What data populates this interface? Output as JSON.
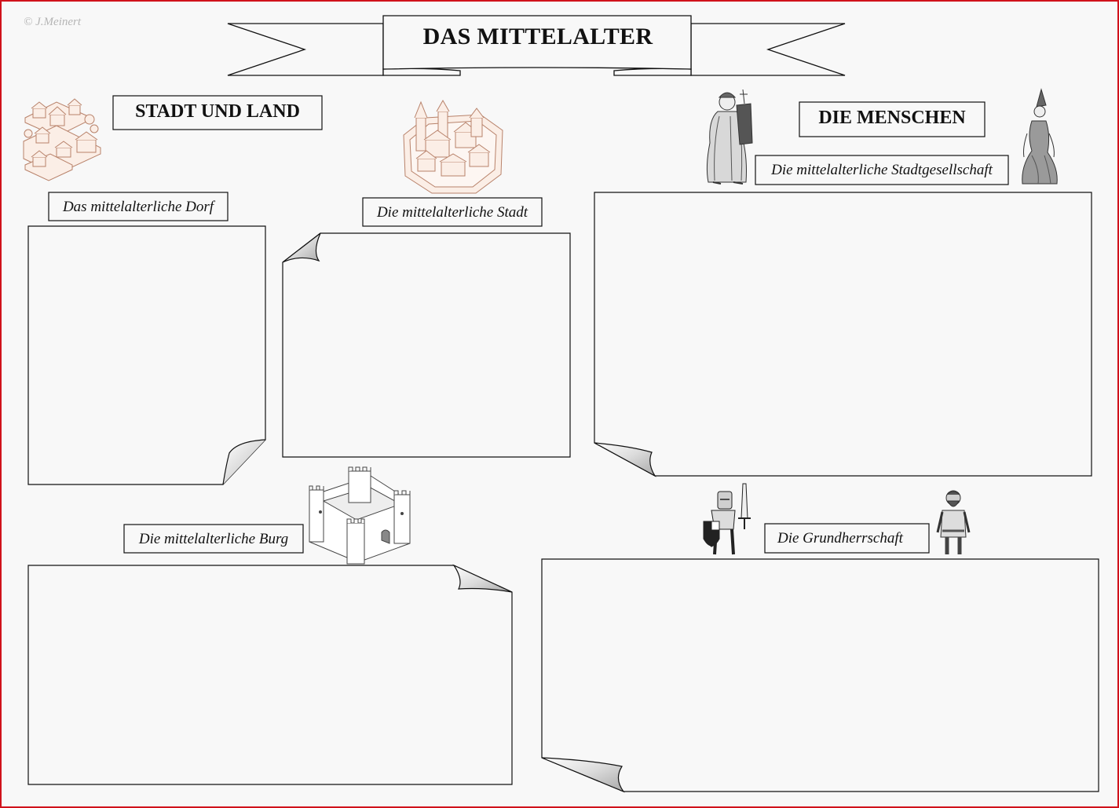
{
  "copyright": "© J.Meinert",
  "title": "DAS MITTELALTER",
  "sections": {
    "stadt_und_land": "STADT UND LAND",
    "die_menschen": "DIE MENSCHEN"
  },
  "labels": {
    "dorf": "Das mittelalterliche Dorf",
    "stadt": "Die mittelalterliche Stadt",
    "stadtgesellschaft": "Die mittelalterliche Stadtgesellschaft",
    "burg": "Die mittelalterliche Burg",
    "grundherrschaft": "Die Grundherrschaft"
  },
  "icons": {
    "village": "village-icon",
    "town": "walled-town-icon",
    "cleric": "cleric-figure-icon",
    "noblewoman": "noblewoman-figure-icon",
    "castle": "castle-icon",
    "knight": "knight-figure-icon",
    "peasant": "peasant-figure-icon"
  },
  "colors": {
    "frame": "#d0121b",
    "sketch": "#b8826a",
    "paper": "#f8f8f8"
  }
}
